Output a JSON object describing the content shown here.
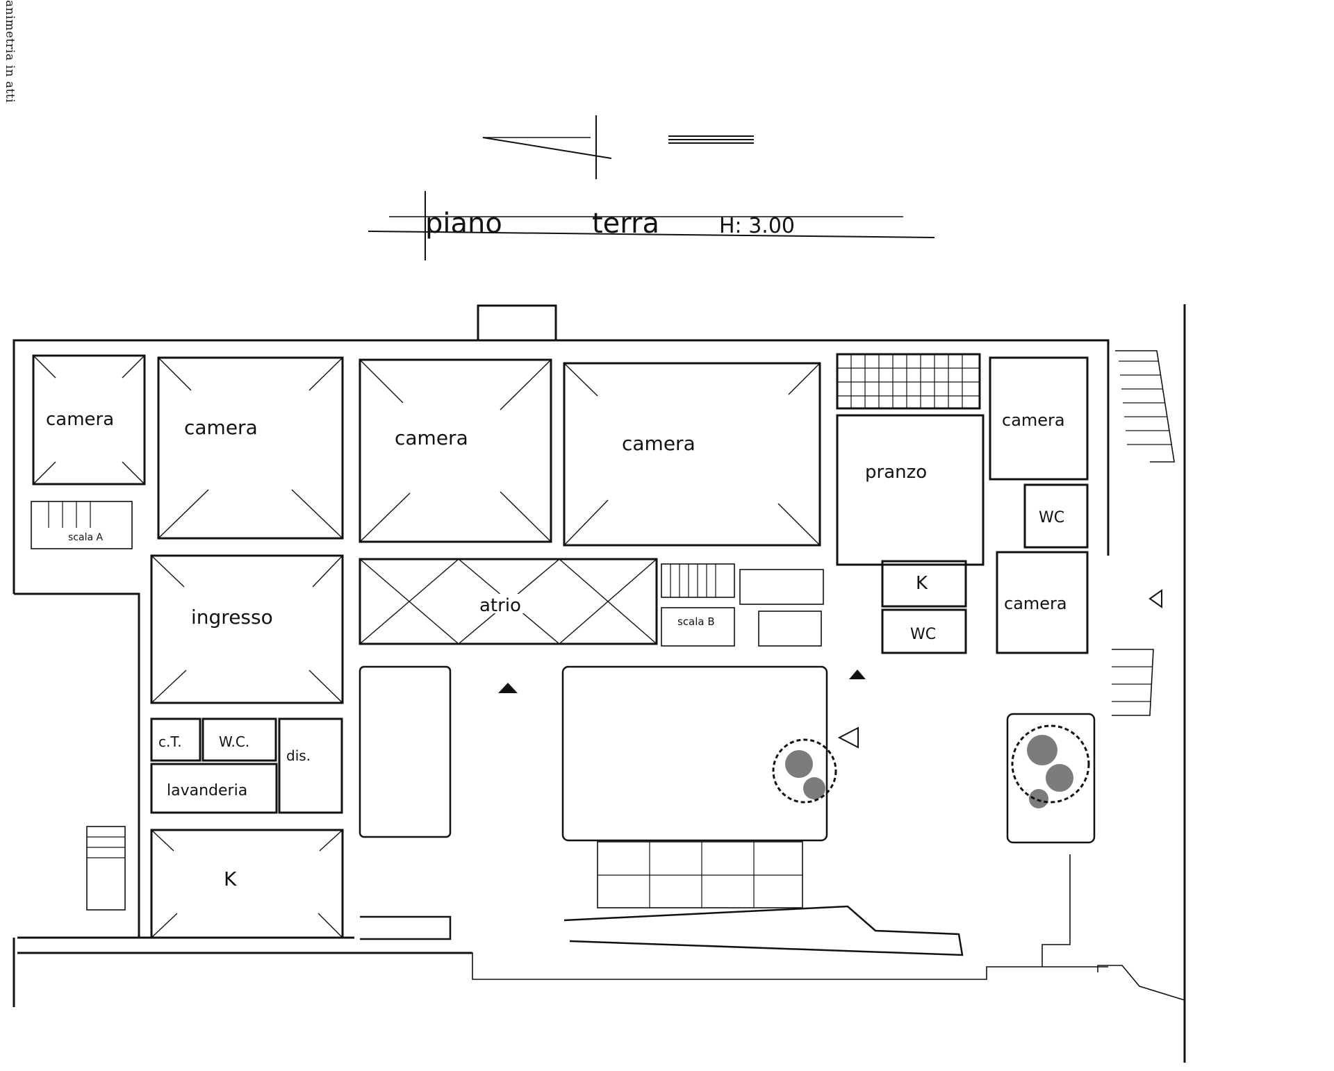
{
  "side_caption": "animetria in atti",
  "title": {
    "piano": "piano",
    "terra": "terra",
    "height": "H: 3.00"
  },
  "rooms": [
    {
      "id": "camera-1",
      "label": "camera"
    },
    {
      "id": "camera-2",
      "label": "camera"
    },
    {
      "id": "camera-3",
      "label": "camera"
    },
    {
      "id": "camera-4",
      "label": "camera"
    },
    {
      "id": "camera-5",
      "label": "camera"
    },
    {
      "id": "pranzo",
      "label": "pranzo"
    },
    {
      "id": "wc-east-1",
      "label": "WC"
    },
    {
      "id": "camera-6",
      "label": "camera"
    },
    {
      "id": "k-east",
      "label": "K"
    },
    {
      "id": "wc-east-2",
      "label": "WC"
    },
    {
      "id": "ingresso",
      "label": "ingresso"
    },
    {
      "id": "atrio",
      "label": "atrio"
    },
    {
      "id": "scala-a",
      "label": "scala A"
    },
    {
      "id": "scala-b",
      "label": "scala B"
    },
    {
      "id": "ct",
      "label": "c.T."
    },
    {
      "id": "wc-west",
      "label": "W.C."
    },
    {
      "id": "dis",
      "label": "dis."
    },
    {
      "id": "lavanderia",
      "label": "lavanderia"
    },
    {
      "id": "k-west",
      "label": "K"
    }
  ]
}
